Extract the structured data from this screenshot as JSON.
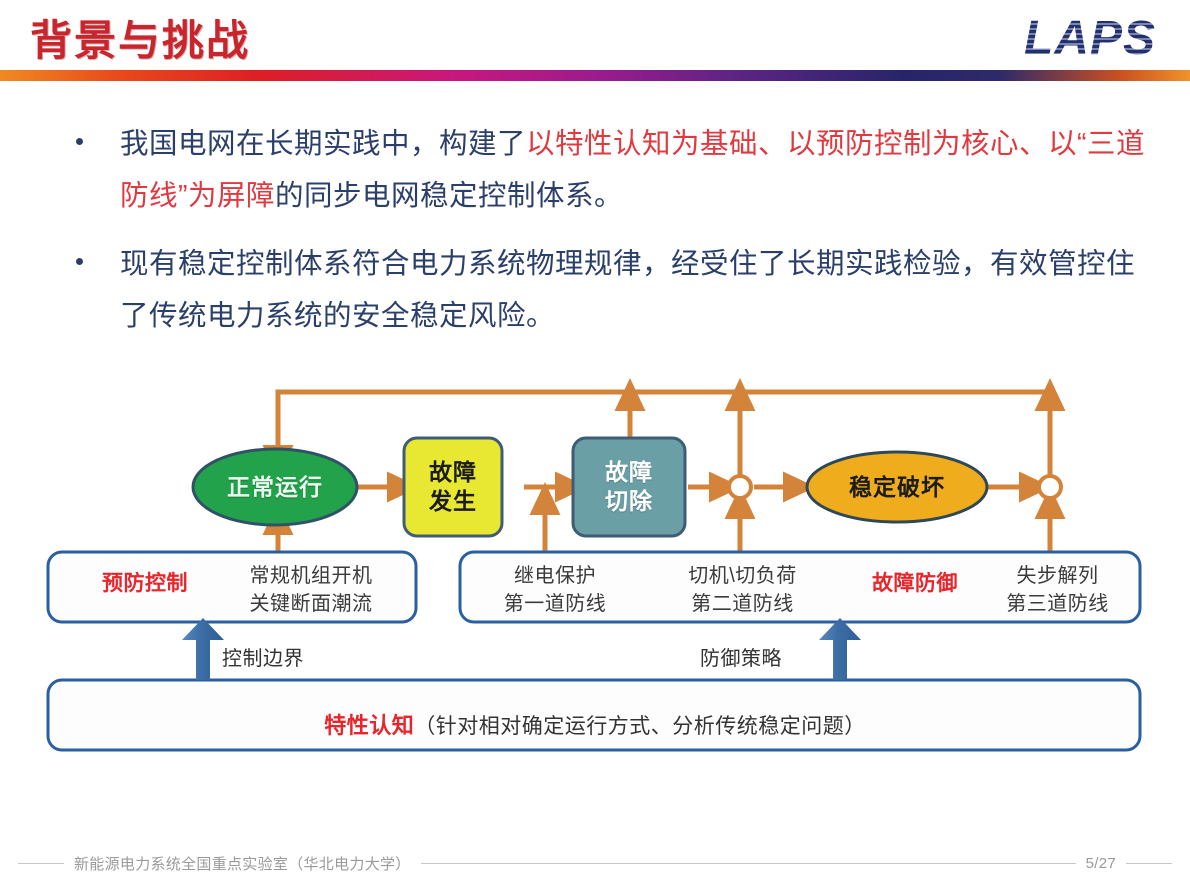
{
  "header": {
    "title": "背景与挑战",
    "logo": "LAPS",
    "accent_red": "#c9252c",
    "logo_navy": "#22306e"
  },
  "bullets": [
    {
      "segments": [
        {
          "text": "我国电网在长期实践中，构建了",
          "color": "navy"
        },
        {
          "text": "以特性认知为基础、以预防控制为核心、以“三道防线”为屏障",
          "color": "red"
        },
        {
          "text": "的同步电网稳定控制体系。",
          "color": "navy"
        }
      ]
    },
    {
      "segments": [
        {
          "text": "现有稳定控制体系符合电力系统物理规律，经受住了长期实践检验，有效管控住了传统电力系统的安全稳定风险。",
          "color": "navy"
        }
      ]
    }
  ],
  "diagram": {
    "nodes": {
      "normal": {
        "label": "正常运行",
        "shape": "ellipse",
        "fill": "#22a24a",
        "stroke": "#2f5266"
      },
      "fault_occur": {
        "label": "故障\n发生",
        "label_line1": "故障",
        "label_line2": "发生",
        "shape": "rounded-rect",
        "fill": "#e8e832",
        "stroke": "#3e5c76"
      },
      "fault_clear": {
        "label": "故障\n切除",
        "label_line1": "故障",
        "label_line2": "切除",
        "shape": "rounded-rect",
        "fill": "#6a9fa5",
        "stroke": "#3e5c76"
      },
      "stability_loss": {
        "label": "稳定破坏",
        "shape": "ellipse",
        "fill": "#efac1d",
        "stroke": "#2f4858"
      }
    },
    "junctions": [
      "junction-1",
      "junction-2"
    ],
    "arrow_color": "#d4833a",
    "blue_arrow_color": "#3b6ea5",
    "panel_border": "#2b5f9e",
    "prevention_panel": {
      "red_label": "预防控制",
      "column": {
        "line1": "常规机组开机",
        "line2": "关键断面潮流"
      }
    },
    "defense_panel": {
      "red_label": "故障防御",
      "columns": [
        {
          "line1": "继电保护",
          "line2": "第一道防线"
        },
        {
          "line1": "切机\\切负荷",
          "line2": "第二道防线"
        },
        {
          "line1": "失步解列",
          "line2": "第三道防线"
        }
      ]
    },
    "edge_notes": [
      {
        "text": "控制边界"
      },
      {
        "text": "防御策略"
      }
    ],
    "cognition_panel": {
      "red_label": "特性认知",
      "detail": "（针对相对确定运行方式、分析传统稳定问题）"
    }
  },
  "footer": {
    "lab": "新能源电力系统全国重点实验室（华北电力大学）",
    "page": "5/27"
  }
}
